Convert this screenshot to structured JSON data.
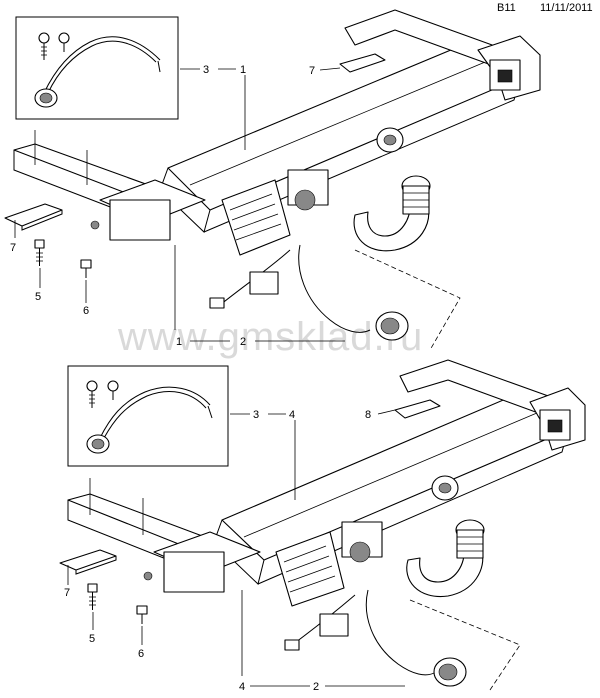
{
  "header": {
    "page_code": "B11",
    "date": "11/11/2011"
  },
  "watermark": "www.gmsklad.ru",
  "callouts": {
    "top": {
      "c3": "3",
      "c1a": "1",
      "c7a": "7",
      "c7b": "7",
      "c5": "5",
      "c6": "6",
      "c1b": "1",
      "c2": "2"
    },
    "bottom": {
      "c3": "3",
      "c4a": "4",
      "c8": "8",
      "c7": "7",
      "c5": "5",
      "c6": "6",
      "c4b": "4",
      "c2": "2"
    }
  }
}
